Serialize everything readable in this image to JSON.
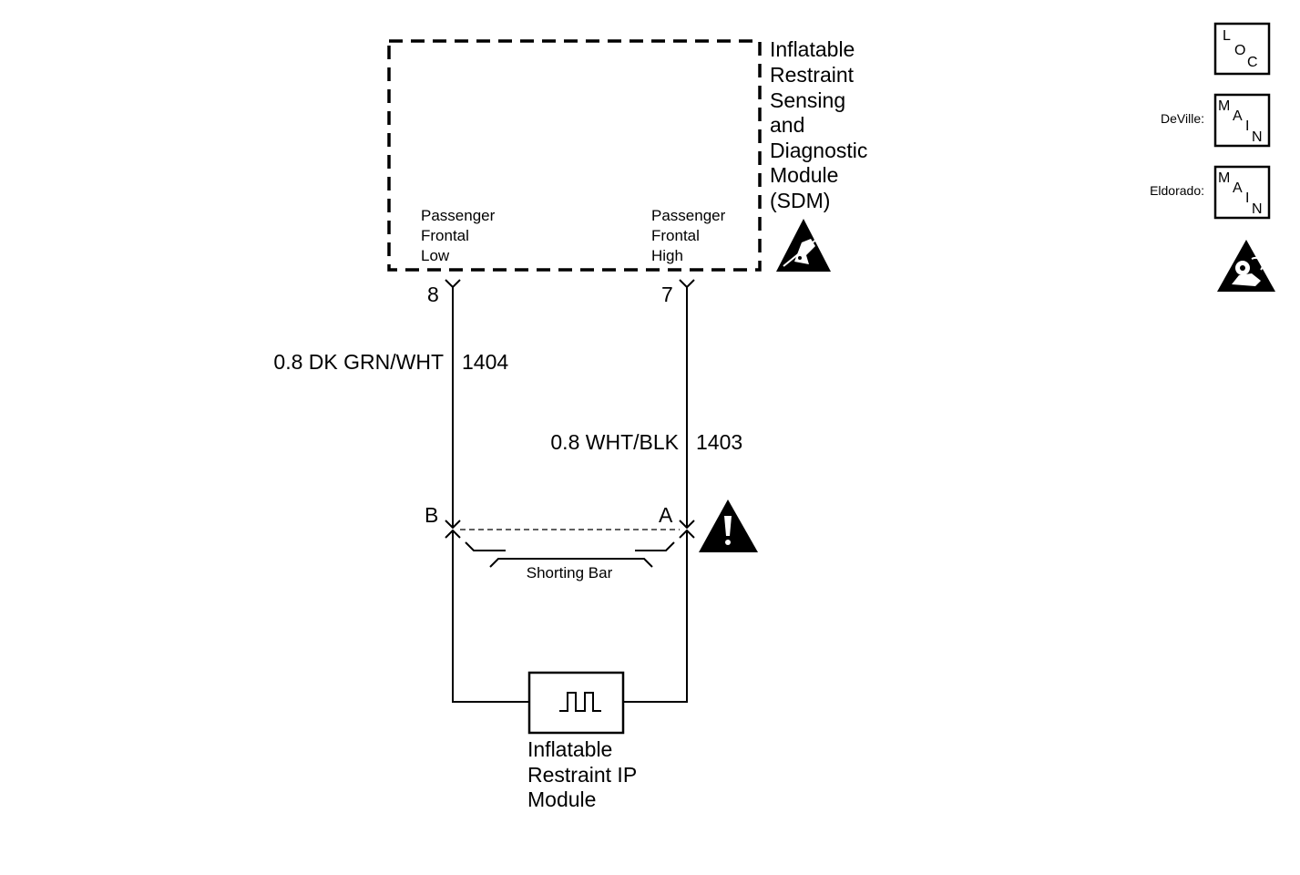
{
  "sdm": {
    "title_lines": [
      "Inflatable",
      "Restraint",
      "Sensing",
      "and",
      "Diagnostic",
      "Module",
      "(SDM)"
    ],
    "left_pin_label": [
      "Passenger",
      "Frontal",
      "Low"
    ],
    "right_pin_label": [
      "Passenger",
      "Frontal",
      "High"
    ]
  },
  "wires": [
    {
      "pin": "8",
      "wire_label": "0.8 DK GRN/WHT",
      "circuit": "1404",
      "connector": "B"
    },
    {
      "pin": "7",
      "wire_label": "0.8 WHT/BLK",
      "circuit": "1403",
      "connector": "A"
    }
  ],
  "shorting_bar": {
    "label": "Shorting Bar"
  },
  "ip_module": {
    "label_lines": [
      "Inflatable",
      "Restraint IP",
      "Module"
    ]
  },
  "legend": {
    "loc": {
      "letters": [
        "L",
        "O",
        "C"
      ]
    },
    "deville": {
      "label": "DeVille:",
      "letters": [
        "M",
        "A",
        "I",
        "N"
      ]
    },
    "eldorado": {
      "label": "Eldorado:",
      "letters": [
        "M",
        "A",
        "I",
        "N"
      ]
    }
  },
  "icons": [
    "esd-sensitive-icon",
    "warning-icon",
    "airbag-icon"
  ]
}
